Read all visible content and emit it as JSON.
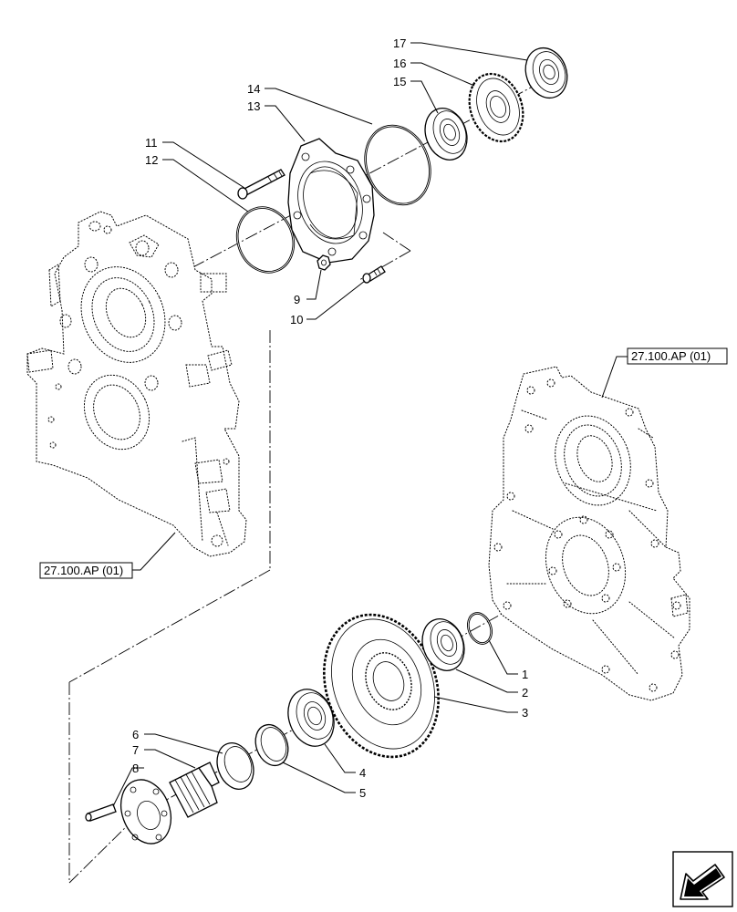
{
  "parts": [
    {
      "id": "p1",
      "number": "1",
      "name": "o-ring"
    },
    {
      "id": "p2",
      "number": "2",
      "name": "bearing"
    },
    {
      "id": "p3",
      "number": "3",
      "name": "gear"
    },
    {
      "id": "p4",
      "number": "4",
      "name": "bearing"
    },
    {
      "id": "p5",
      "number": "5",
      "name": "snap-ring"
    },
    {
      "id": "p6",
      "number": "6",
      "name": "spacer-ring"
    },
    {
      "id": "p7",
      "number": "7",
      "name": "splined-shaft"
    },
    {
      "id": "p8",
      "number": "8",
      "name": "pin"
    },
    {
      "id": "p9",
      "number": "9",
      "name": "nut"
    },
    {
      "id": "p10",
      "number": "10",
      "name": "stud"
    },
    {
      "id": "p11",
      "number": "11",
      "name": "bolt"
    },
    {
      "id": "p12",
      "number": "12",
      "name": "o-ring"
    },
    {
      "id": "p13",
      "number": "13",
      "name": "flange-housing"
    },
    {
      "id": "p14",
      "number": "14",
      "name": "o-ring"
    },
    {
      "id": "p15",
      "number": "15",
      "name": "bearing"
    },
    {
      "id": "p16",
      "number": "16",
      "name": "gear"
    },
    {
      "id": "p17",
      "number": "17",
      "name": "bearing"
    }
  ],
  "references": [
    {
      "id": "ref_right",
      "label": "27.100.AP (01)"
    },
    {
      "id": "ref_left",
      "label": "27.100.AP (01)"
    }
  ],
  "nav": {
    "icon": "arrow-icon"
  }
}
